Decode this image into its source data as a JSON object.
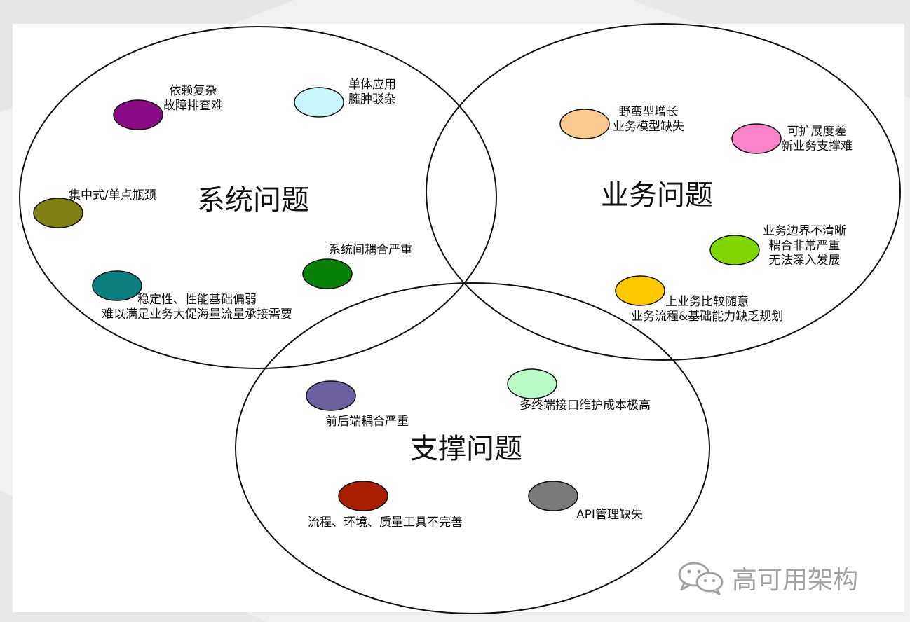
{
  "diagram": {
    "circles": [
      {
        "id": "system",
        "title": "系统问题"
      },
      {
        "id": "business",
        "title": "业务问题"
      },
      {
        "id": "support",
        "title": "支撑问题"
      }
    ],
    "items": [
      {
        "circle": "system",
        "color": "#8b0a86",
        "lines": [
          "依赖复杂",
          "故障排查难"
        ]
      },
      {
        "circle": "system",
        "color": "#c8f7fb",
        "lines": [
          "单体应用",
          "臃肿驳杂"
        ]
      },
      {
        "circle": "system",
        "color": "#7f8212",
        "lines": [
          "集中式/单点瓶颈"
        ]
      },
      {
        "circle": "system",
        "color": "#0a820a",
        "lines": [
          "系统间耦合严重"
        ]
      },
      {
        "circle": "system",
        "color": "#0b7f80",
        "lines": [
          "稳定性、性能基础偏弱",
          "难以满足业务大促海量流量承接需要"
        ]
      },
      {
        "circle": "business",
        "color": "#fbc890",
        "lines": [
          "野蛮型增长",
          "业务模型缺失"
        ]
      },
      {
        "circle": "business",
        "color": "#fa82c6",
        "lines": [
          "可扩展度差",
          "新业务支撑难"
        ]
      },
      {
        "circle": "business",
        "color": "#7fd600",
        "lines": [
          "业务边界不清晰",
          "耦合非常严重",
          "无法深入发展"
        ]
      },
      {
        "circle": "business",
        "color": "#fcc800",
        "lines": [
          "上业务比较随意",
          "业务流程&基础能力缺乏规划"
        ]
      },
      {
        "circle": "support",
        "color": "#6c5f9f",
        "lines": [
          "前后端耦合严重"
        ]
      },
      {
        "circle": "support",
        "color": "#b8fbc6",
        "lines": [
          "多终端接口维护成本极高"
        ]
      },
      {
        "circle": "support",
        "color": "#a81e00",
        "lines": [
          "流程、环境、质量工具不完善"
        ]
      },
      {
        "circle": "support",
        "color": "#7b7b7b",
        "lines": [
          "API管理缺失"
        ]
      }
    ]
  },
  "watermark": {
    "icon": "wechat-icon",
    "text": "高可用架构"
  },
  "colors": {
    "outline": "#111111",
    "watermark": "#a3a3a3",
    "background": "#f0f0f0"
  }
}
